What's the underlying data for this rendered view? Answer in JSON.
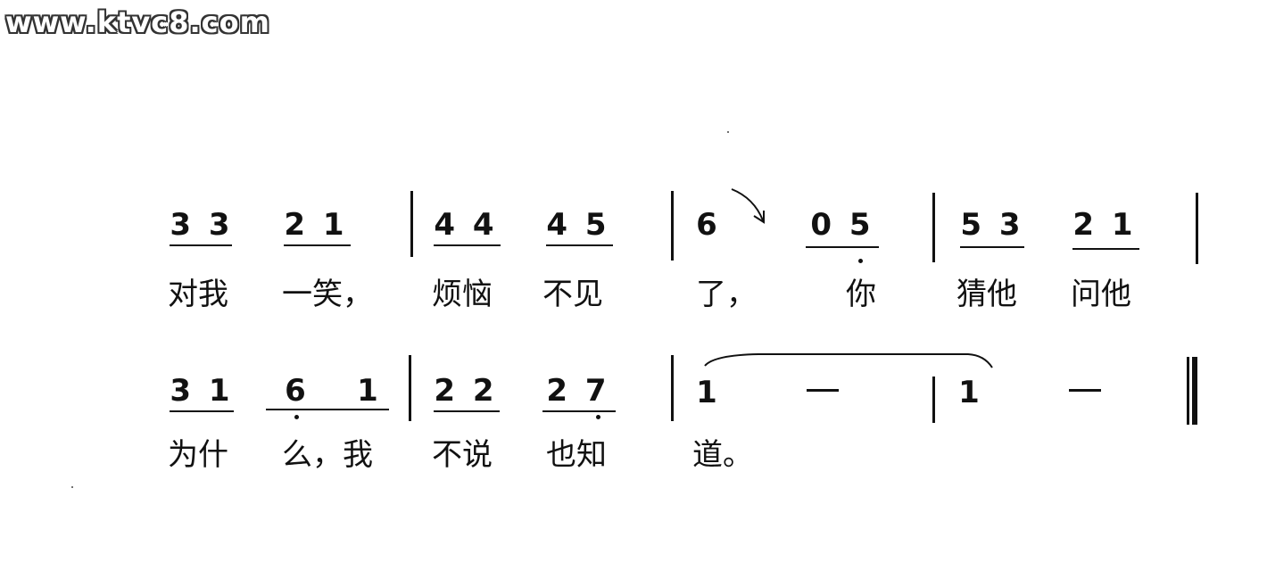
{
  "watermark": "www.ktvc8.com",
  "row1": {
    "notes": [
      "3 3",
      "2 1",
      "4 4",
      "4 5",
      "6",
      "0 5",
      "5 3",
      "2 1"
    ],
    "lyrics": [
      "对我",
      "一笑，",
      "烦恼",
      "不见",
      "了，",
      "你",
      "猜他",
      "问他"
    ]
  },
  "row2": {
    "notes": [
      "3 1",
      "6",
      "1",
      "2 2",
      "2 7",
      "1",
      "—",
      "1",
      "—"
    ],
    "lyrics": [
      "为什",
      "么，我",
      "不说",
      "也知",
      "道。"
    ]
  }
}
